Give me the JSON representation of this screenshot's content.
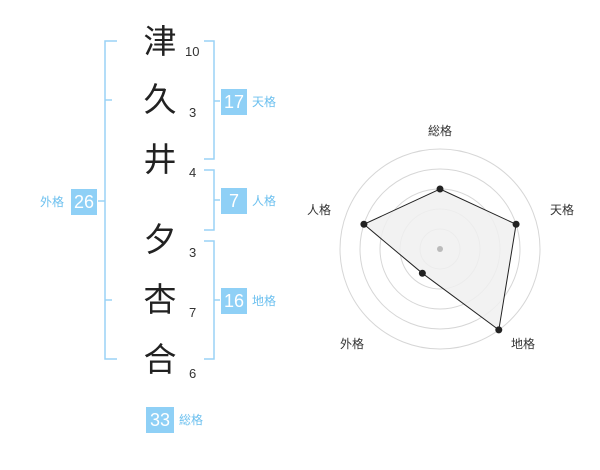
{
  "name": {
    "characters": [
      {
        "char": "津",
        "strokes": "10"
      },
      {
        "char": "久",
        "strokes": "3"
      },
      {
        "char": "井",
        "strokes": "4"
      },
      {
        "char": "夕",
        "strokes": "3"
      },
      {
        "char": "杏",
        "strokes": "7"
      },
      {
        "char": "合",
        "strokes": "6"
      }
    ]
  },
  "fortunes": {
    "tenkaku": {
      "value": "17",
      "label": "天格"
    },
    "jinkaku": {
      "value": "7",
      "label": "人格"
    },
    "chikaku": {
      "value": "16",
      "label": "地格"
    },
    "gaikaku": {
      "value": "26",
      "label": "外格"
    },
    "soukaku": {
      "value": "33",
      "label": "総格"
    }
  },
  "chart_data": {
    "type": "radar",
    "axes": [
      "総格",
      "天格",
      "地格",
      "外格",
      "人格"
    ],
    "values": [
      3,
      4,
      5,
      1.5,
      4
    ],
    "max": 5,
    "rings": 5,
    "colors": {
      "ring": "#d6d6d6",
      "fill": "#f0f0f0",
      "line": "#222222",
      "center": "#bbbbbb"
    }
  },
  "colors": {
    "accent": "#8fd0f6",
    "bracket": "#9ad2f6",
    "label": "#6cc0ef"
  }
}
